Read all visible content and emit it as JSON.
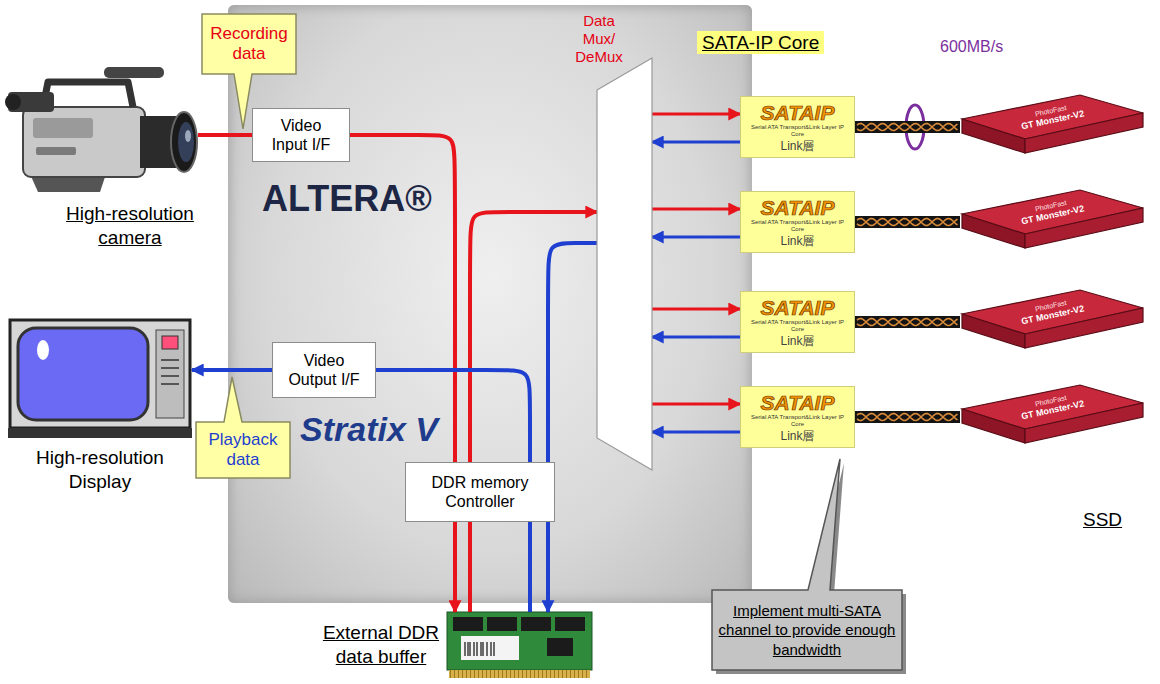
{
  "diagram": {
    "nodes": [
      {
        "text": [
          "Recording data"
        ]
      },
      {
        "text": [
          "High-resolution camera"
        ]
      },
      {
        "text": [
          "ALTERA®",
          "Stratix V"
        ]
      },
      {
        "text": [
          "Video Input I/F"
        ],
        "in": 2
      },
      {
        "text": [
          "Data Mux/ DeMux"
        ],
        "in": 2
      },
      {
        "text": [
          "SATAIP",
          "Serial ATA Transport&Link Layer IP Core",
          "Link層"
        ]
      },
      {
        "text": [
          "SATAIP",
          "Serial ATA Transport&Link Layer IP Core",
          "Link層"
        ]
      },
      {
        "text": [
          "SATAIP",
          "Serial ATA Transport&Link Layer IP Core",
          "Link層"
        ]
      },
      {
        "text": [
          "SATAIP",
          "Serial ATA Transport&Link Layer IP Core",
          "Link層"
        ]
      },
      {
        "text": [
          "Video Output I/F"
        ],
        "in": 2
      },
      {
        "text": [
          "DDR memory Controller"
        ],
        "in": 2
      },
      {
        "text": [
          "PhotoFast",
          "GT Monster-V2"
        ]
      },
      {
        "text": [
          "PhotoFast",
          "GT Monster-V2"
        ]
      },
      {
        "text": [
          "PhotoFast",
          "GT Monster-V2"
        ]
      },
      {
        "text": [
          "PhotoFast",
          "GT Monster-V2"
        ]
      },
      {
        "text": [
          "High-resolution Display"
        ]
      },
      {
        "text": [
          "Playback data"
        ]
      },
      {
        "text": [
          "External DDR data buffer"
        ]
      },
      {
        "text": [
          "Implement multi-SATA channel to provide enough bandwidth"
        ]
      }
    ],
    "edges": [
      {
        "from": 1,
        "to": 3,
        "arrow": "none"
      },
      {
        "from": 3,
        "to": 17,
        "arrow": "to"
      },
      {
        "from": 17,
        "to": 4,
        "arrow": "to"
      },
      {
        "from": 4,
        "to": 17,
        "arrow": "to"
      },
      {
        "from": 17,
        "to": 9,
        "arrow": "none"
      },
      {
        "from": 9,
        "to": 15,
        "arrow": "to"
      },
      {
        "from": 4,
        "to": 5,
        "arrow": "to"
      },
      {
        "from": 5,
        "to": 4,
        "arrow": "to"
      },
      {
        "from": 4,
        "to": 6,
        "arrow": "to"
      },
      {
        "from": 6,
        "to": 4,
        "arrow": "to"
      },
      {
        "from": 4,
        "to": 7,
        "arrow": "to"
      },
      {
        "from": 7,
        "to": 4,
        "arrow": "to"
      },
      {
        "from": 4,
        "to": 8,
        "arrow": "to"
      },
      {
        "from": 8,
        "to": 4,
        "arrow": "to"
      },
      {
        "from": 5,
        "to": 11,
        "arrow": "none"
      },
      {
        "from": 6,
        "to": 12,
        "arrow": "none"
      },
      {
        "from": 7,
        "to": 13,
        "arrow": "none"
      },
      {
        "from": 8,
        "to": 14,
        "arrow": "none"
      }
    ],
    "labels": [
      "SATA-IP Core",
      "600MB/s",
      "SSD"
    ]
  }
}
